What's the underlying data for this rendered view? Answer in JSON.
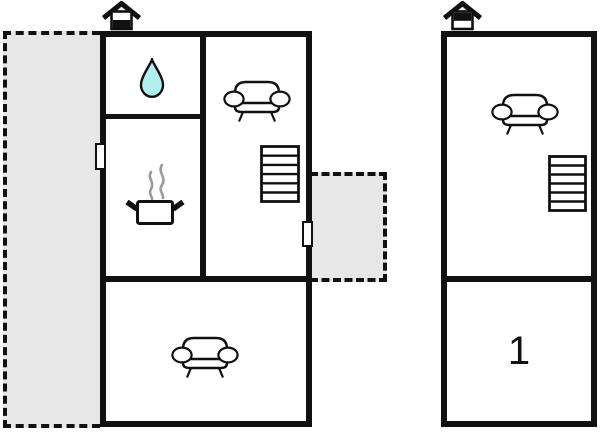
{
  "labels": {
    "bedroom_number": "1"
  },
  "colors": {
    "wall": "#111111",
    "terrace_fill": "#e7e7e7",
    "water_fill": "#b2f0f0",
    "steam": "#9b9b9b",
    "background": "#ffffff"
  },
  "plan": {
    "type": "floor-plan",
    "buildings": [
      {
        "name": "main-house-ground-floor",
        "floor_indicator_icon": "house-ground-floor-icon",
        "terraces": [
          "terrace-left",
          "terrace-right"
        ],
        "doors": [
          "door-left",
          "door-right"
        ],
        "rooms": [
          {
            "name": "bathroom",
            "icons": [
              "water-drop-icon"
            ]
          },
          {
            "name": "kitchen",
            "icons": [
              "cooking-pot-icon"
            ]
          },
          {
            "name": "lounge-upper-right",
            "icons": [
              "sofa-icon",
              "stairs-icon"
            ]
          },
          {
            "name": "living-room-lower",
            "icons": [
              "sofa-icon"
            ]
          }
        ]
      },
      {
        "name": "upper-floor-plan",
        "floor_indicator_icon": "house-upper-floor-icon",
        "rooms": [
          {
            "name": "landing",
            "icons": [
              "sofa-icon",
              "stairs-icon"
            ]
          },
          {
            "name": "bedroom",
            "label": "1"
          }
        ]
      }
    ]
  }
}
